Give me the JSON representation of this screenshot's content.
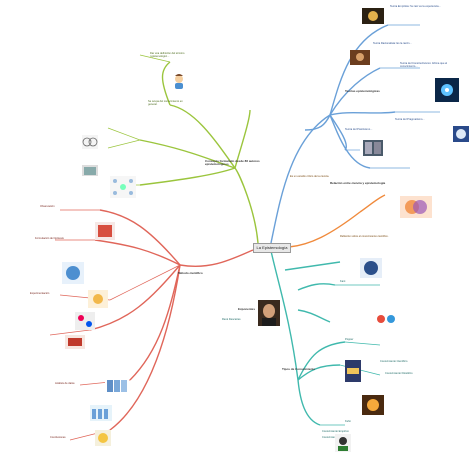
{
  "central_topic": "La Epistemología",
  "branches": {
    "definition": {
      "label": "Concepto formulado desde 86 autores epistemológicos",
      "items": [
        "Dar una definición del término 'epistemología'...",
        "Se ocupa del conocimiento en general."
      ]
    },
    "history": {
      "label": "Teorías epistemológicas",
      "items": [
        "Teoría Empirista: Su raíz es la experiencia...",
        "Teoría Racionalista: Es la razón...",
        "Teoría del Constructivismo: Afirma que el conocimiento...",
        "Teoría del Pragmatismo...",
        "Teoría del Positivismo..."
      ]
    },
    "science": {
      "label": "Método científico",
      "items": [
        "Observación",
        "Formulación de hipótesis",
        "Experimentación",
        "Análisis de datos",
        "Conclusiones"
      ]
    },
    "objects": {
      "label": "Tipos de Conocimiento",
      "items": [
        "Conocimiento Científico",
        "Conocimiento Filosófico",
        "Conocimiento Empírico",
        "Conocimiento Teológico"
      ]
    },
    "orange": {
      "label": "Relación entre ciencia y epistemología",
      "items": [
        "Es un estudio crítico de la ciencia.",
        "Reflexión sobre el conocimiento científico."
      ]
    },
    "teal": {
      "label": "Exponentes",
      "items": [
        "René Descartes",
        "Kant",
        "Popper",
        "Kuhn"
      ]
    }
  },
  "colors": {
    "blue": "#6aa0d8",
    "green": "#9bc53d",
    "red": "#e0665a",
    "orange": "#f08a3c",
    "teal": "#40b9ad",
    "center_bg": "#e8e8e8"
  }
}
